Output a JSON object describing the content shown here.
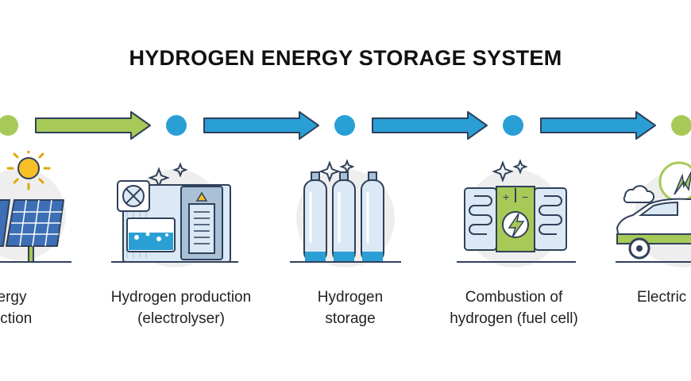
{
  "title": "HYDROGEN ENERGY STORAGE SYSTEM",
  "colors": {
    "green": "#a7c957",
    "blue": "#2a9fd6",
    "outline": "#30405a",
    "panel": "#3c6fb5",
    "tank": "#dbe8f5",
    "circle": "#eeeeee"
  },
  "steps": [
    {
      "line1": "ergy",
      "line2": "uction",
      "icon": "solar-panel-icon"
    },
    {
      "line1": "Hydrogen production",
      "line2": "(electrolyser)",
      "icon": "electrolyser-icon"
    },
    {
      "line1": "Hydrogen",
      "line2": "storage",
      "icon": "hydrogen-tanks-icon"
    },
    {
      "line1": "Combustion of",
      "line2": "hydrogen (fuel cell)",
      "icon": "fuel-cell-icon"
    },
    {
      "line1": "Electric",
      "line2": "",
      "icon": "electric-car-icon"
    }
  ]
}
